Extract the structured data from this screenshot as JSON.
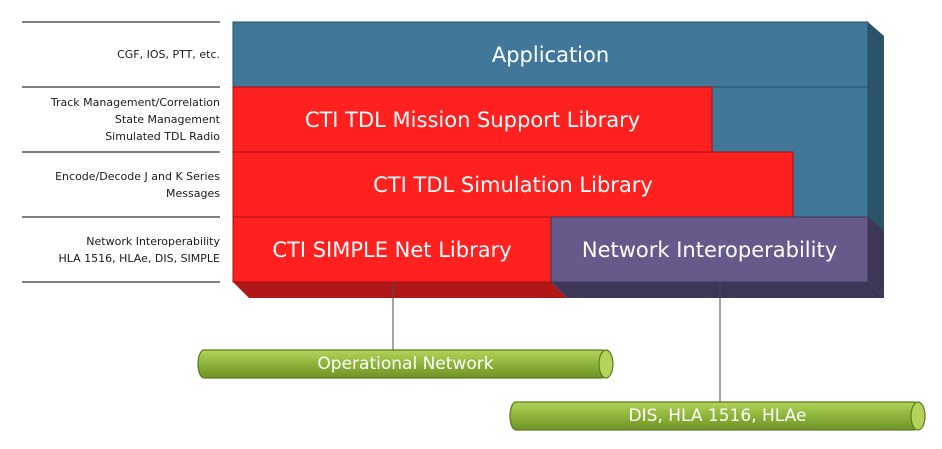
{
  "side_labels": {
    "row1": [
      "CGF, IOS, PTT, etc."
    ],
    "row2": [
      "Track Management/Correlation",
      "State Management",
      "Simulated TDL Radio"
    ],
    "row3": [
      "Encode/Decode J and K Series",
      "Messages"
    ],
    "row4": [
      "Network Interoperability",
      "HLA 1516, HLAe, DIS, SIMPLE"
    ]
  },
  "blocks": {
    "application": "Application",
    "mission_support": "CTI TDL Mission Support Library",
    "simulation": "CTI TDL Simulation Library",
    "simple_net": "CTI SIMPLE Net Library",
    "network_interop": "Network Interoperability"
  },
  "pipes": {
    "operational": "Operational Network",
    "dis_hla": "DIS, HLA 1516, HLAe"
  },
  "colors": {
    "blue": "#41789a",
    "blue_side": "#2a5468",
    "red": "#ff2020",
    "red_dark": "#b01818",
    "purple": "#655a8a",
    "purple_dark": "#3d3656",
    "pipe": "#8db43a",
    "pipe_border": "#5a7a1e"
  }
}
